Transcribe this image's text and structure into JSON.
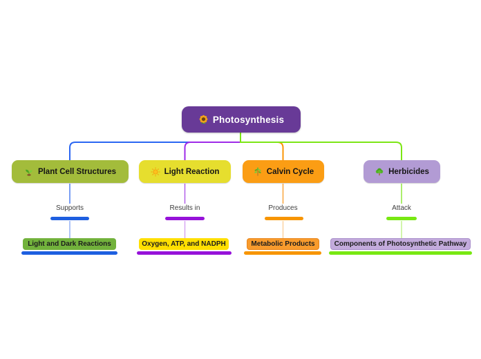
{
  "app": {
    "type": "mind-map",
    "background": "#ffffff"
  },
  "root": {
    "label": "Photosynthesis",
    "icon": "sunflower-icon",
    "bg": "#683a97",
    "text_color": "#ffffff"
  },
  "branches": [
    {
      "node": {
        "label": "Plant Cell Structures",
        "icon": "seedling-icon",
        "bg": "#a3bc3b"
      },
      "link_label": "Supports",
      "leaf": {
        "label": "Light and Dark Reactions",
        "bg": "#72b23c",
        "border": "#72b23c"
      },
      "colors": {
        "elbow": "#2a66f2",
        "bar": "#1e5fe0",
        "line_mid": "#4d7ef0",
        "line_light": "#93b0f6"
      }
    },
    {
      "node": {
        "label": "Light Reaction",
        "icon": "sun-icon",
        "bg": "#e6de2e"
      },
      "link_label": "Results in",
      "leaf": {
        "label": "Oxygen, ATP, and NADPH",
        "bg": "#ffdf00",
        "border": "#ffdf00"
      },
      "colors": {
        "elbow": "#9e2ae8",
        "bar": "#9612d9",
        "line_mid": "#b25fe8",
        "line_light": "#d6a6f2"
      }
    },
    {
      "node": {
        "label": "Calvin Cycle",
        "icon": "herb-icon",
        "bg": "#fb9d14"
      },
      "link_label": "Produces",
      "leaf": {
        "label": "Metabolic Products",
        "bg": "#f89b2d",
        "border": "#e9851a"
      },
      "colors": {
        "elbow": "#fb9405",
        "bar": "#f79500",
        "line_mid": "#f9a53c",
        "line_light": "#fbd3a0"
      }
    },
    {
      "node": {
        "label": "Herbicides",
        "icon": "tree-icon",
        "bg": "#b29bd4"
      },
      "link_label": "Attack",
      "leaf": {
        "label": "Components of Photosynthetic Pathway",
        "bg": "#c3abdc",
        "border": "#a98fcb"
      },
      "colors": {
        "elbow": "#7ce614",
        "bar": "#78e812",
        "line_mid": "#90e83c",
        "line_light": "#c2f28f"
      }
    }
  ]
}
